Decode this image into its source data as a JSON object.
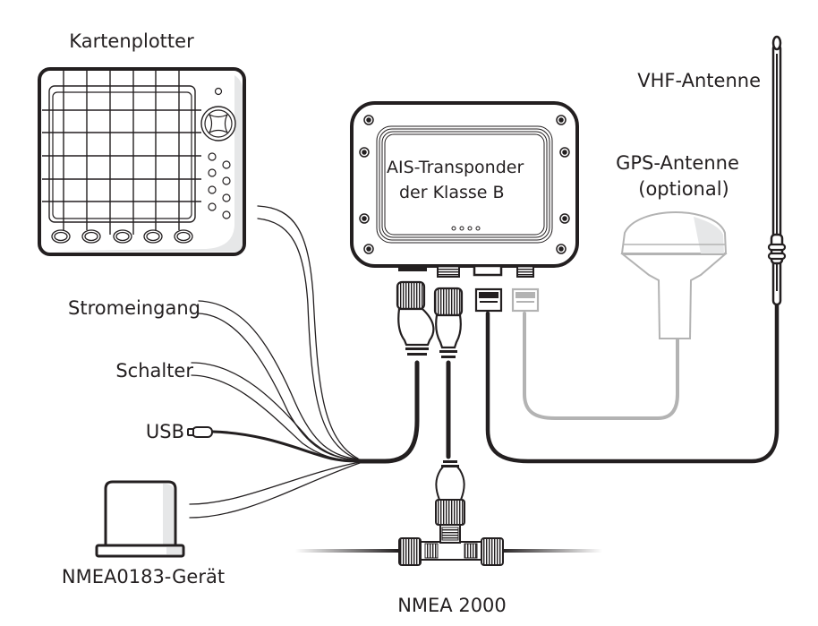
{
  "diagram": {
    "title": "AIS-Transponder Anschlussdiagramm",
    "colors": {
      "ink": "#231f20",
      "cable_grey": "#b3b3b3",
      "shade": "#e6e7e8"
    },
    "nodes": {
      "chartplotter": {
        "label": "Kartenplotter",
        "icon": "chartplotter-icon"
      },
      "transponder": {
        "label_line1": "AIS-Transponder",
        "label_line2": "der Klasse B",
        "icon": "ais-transponder-icon"
      },
      "vhf_antenna": {
        "label": "VHF-Antenne",
        "icon": "vhf-antenna-icon"
      },
      "gps_antenna": {
        "label_line1": "GPS-Antenne",
        "label_line2": "(optional)",
        "icon": "gps-antenna-icon"
      },
      "power_input": {
        "label": "Stromeingang"
      },
      "switch": {
        "label": "Schalter"
      },
      "usb": {
        "label": "USB",
        "icon": "usb-plug-icon"
      },
      "nmea0183": {
        "label": "NMEA0183-Gerät",
        "icon": "nmea0183-device-icon"
      },
      "nmea2000": {
        "label": "NMEA 2000",
        "icon": "t-connector-icon"
      }
    },
    "edges": [
      {
        "from": "transponder",
        "to": "chartplotter",
        "type": "data-cable"
      },
      {
        "from": "transponder",
        "to": "power_input",
        "type": "wire-pair"
      },
      {
        "from": "transponder",
        "to": "switch",
        "type": "wire-pair"
      },
      {
        "from": "transponder",
        "to": "usb",
        "type": "usb-cable"
      },
      {
        "from": "transponder",
        "to": "nmea0183",
        "type": "wire-pair"
      },
      {
        "from": "transponder",
        "to": "nmea2000",
        "type": "drop-cable"
      },
      {
        "from": "transponder",
        "to": "vhf_antenna",
        "type": "coax"
      },
      {
        "from": "transponder",
        "to": "gps_antenna",
        "type": "coax-optional"
      }
    ]
  }
}
